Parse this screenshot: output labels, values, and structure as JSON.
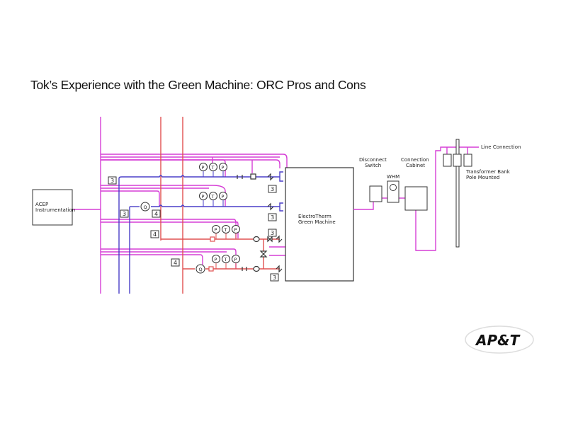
{
  "slide": {
    "title": "Tok’s Experience with the Green Machine: ORC Pros and Cons"
  },
  "diagram": {
    "components": {
      "acep": [
        "ACEP",
        "Instrumentation"
      ],
      "green_machine": [
        "ElectroTherm",
        "Green Machine"
      ],
      "disconnect": [
        "Disconnect",
        "Switch"
      ],
      "whm": "WHM",
      "cabinet": [
        "Connection",
        "Cabinet"
      ],
      "transformer": [
        "Transformer Bank",
        "Pole Mounted"
      ],
      "line_connection": "Line Connection"
    },
    "tags": {
      "detail_3": "3",
      "detail_4": "4"
    },
    "instruments": {
      "pressure": "P",
      "temperature": "T",
      "flow": "Q"
    },
    "colors": {
      "signal": "#d63fd6",
      "hot_water": "#e05050",
      "cooling": "#4a3fc8",
      "outline": "#333333"
    }
  },
  "logo": {
    "text": "AP&T"
  }
}
